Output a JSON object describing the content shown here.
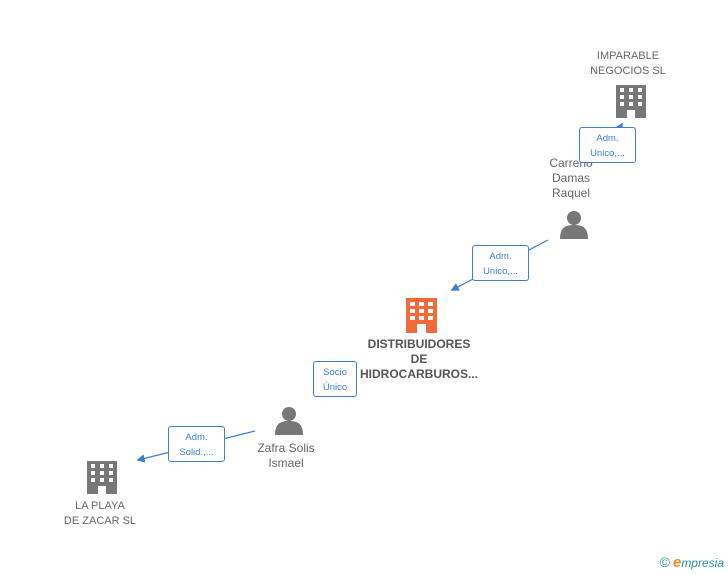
{
  "colors": {
    "edge": "#3b7dd8",
    "node_gray": "#777777",
    "node_main": "#f4693a",
    "brand_e": "#f08a24",
    "brand_text": "#2a8fa5"
  },
  "nodes": {
    "imparable": {
      "type": "company",
      "icon": "building-icon",
      "lines": [
        "IMPARABLE",
        "NEGOCIOS SL"
      ]
    },
    "carreno": {
      "type": "person",
      "icon": "person-icon",
      "lines": [
        "Carreño",
        "Damas",
        "Raquel"
      ]
    },
    "distribuidores": {
      "type": "company-main",
      "icon": "building-icon",
      "lines": [
        "DISTRIBUIDORES",
        "DE",
        "HIDROCARBUROS..."
      ]
    },
    "zafra": {
      "type": "person",
      "icon": "person-icon",
      "lines": [
        "Zafra Solis",
        "Ismael"
      ]
    },
    "laplaya": {
      "type": "company",
      "icon": "building-icon",
      "lines": [
        "LA PLAYA",
        "DE ZACAR SL"
      ]
    }
  },
  "edges": {
    "e1": {
      "lines": [
        "Adm.",
        "Unico,..."
      ]
    },
    "e2": {
      "lines": [
        "Adm.",
        "Unico,..."
      ]
    },
    "e3": {
      "lines": [
        "Socio",
        "Único"
      ]
    },
    "e4": {
      "lines": [
        "Adm.",
        "Solid.,..."
      ]
    }
  },
  "brand": {
    "copyright": "©",
    "e": "e",
    "rest": "mpresia"
  }
}
